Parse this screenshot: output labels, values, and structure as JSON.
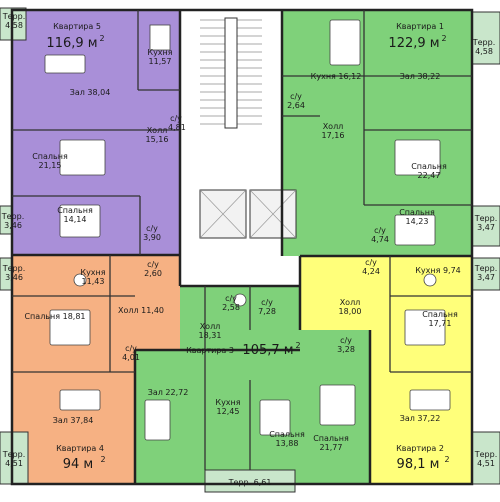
{
  "colors": {
    "apt1": "#7fd17a",
    "apt2": "#ffff7a",
    "apt3": "#7fd17a",
    "apt4": "#f6b183",
    "apt5": "#a98fd8",
    "terrace": "#c9e6cb",
    "core": "#ffffff",
    "wall": "#222222"
  },
  "apartments": [
    {
      "name": "Квартира 1",
      "area": "122,9 м",
      "unit": "2"
    },
    {
      "name": "Квартира 2",
      "area": "98,1 м",
      "unit": "2"
    },
    {
      "name": "Квартира 3",
      "area": "105,7 м",
      "unit": "2"
    },
    {
      "name": "Квартира 4",
      "area": "94 м",
      "unit": "2"
    },
    {
      "name": "Квартира 5",
      "area": "116,9 м",
      "unit": "2"
    }
  ],
  "rooms": {
    "a5_terr_top": "Терр.\n4,58",
    "a5_kitchen": "Кухня\n11,57",
    "a5_hall_room": "Зал 38,04",
    "a5_wc": "с/у\n4,81",
    "a5_corridor": "Холл\n15,16",
    "a5_bed1": "Спальня\n21,15",
    "a5_bed2": "Спальня\n14,14",
    "a5_wc2": "с/у\n3,90",
    "a5_terr_side": "Терр.\n3,46",
    "a1_terr_top": "Терр.\n4,58",
    "a1_kitchen": "Кухня 16,12",
    "a1_hall_room": "Зал 38,22",
    "a1_wc": "с/у\n2,64",
    "a1_corridor": "Холл\n17,16",
    "a1_bed1": "Спальня\n22,47",
    "a1_bed2": "Спальня\n14,23",
    "a1_wc2": "с/у\n4,74",
    "a1_terr_side": "Терр.\n3,47",
    "a4_terr_side": "Терр.\n3,46",
    "a4_kitchen": "Кухня\n11,43",
    "a4_wc": "с/у\n2,60",
    "a4_bed": "Спальня 18,81",
    "a4_corridor": "Холл 11,40",
    "a4_wc2": "с/у\n4,01",
    "a4_hall_room": "Зал 37,84",
    "a4_terr_bottom": "Терр.\n4,51",
    "a2_wc": "с/у\n4,24",
    "a2_kitchen": "Кухня 9,74",
    "a2_terr_side": "Терр.\n3,47",
    "a2_corridor": "Холл\n18,00",
    "a2_bed": "Спальня\n17,71",
    "a2_wc2": "с/у\n3,28",
    "a2_hall_room": "Зал 37,22",
    "a2_terr_bottom": "Терр.\n4,51",
    "a3_wc1": "с/у\n2,58",
    "a3_wc2": "с/у\n7,28",
    "a3_corridor": "Холл\n18,31",
    "a3_hall_room": "Зал 22,72",
    "a3_kitchen": "Кухня\n12,45",
    "a3_bed1": "Спальня\n13,88",
    "a3_bed2": "Спальня\n21,77",
    "a3_terr": "Терр. 6,61"
  }
}
